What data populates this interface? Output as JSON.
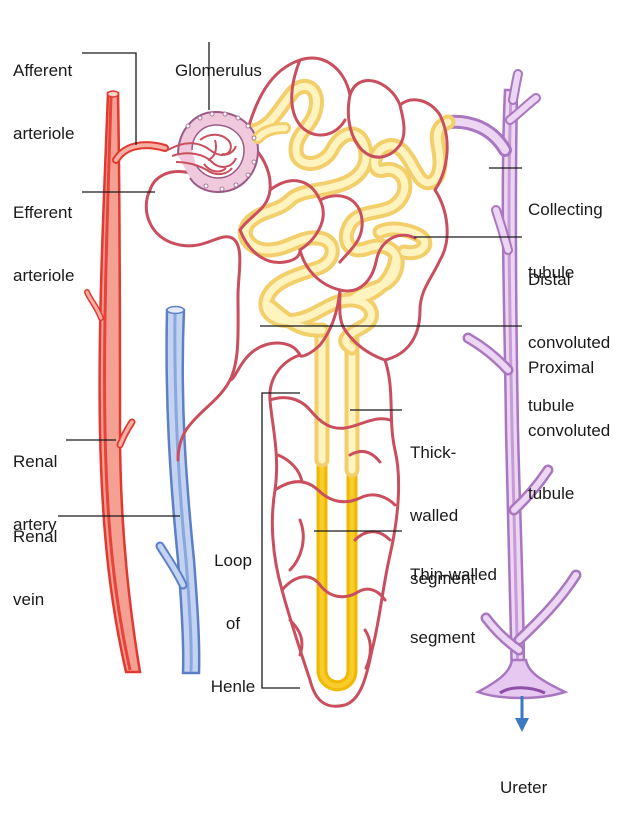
{
  "labels": {
    "afferent_arteriole": [
      "Afferent",
      "arteriole"
    ],
    "glomerulus": [
      "Glomerulus"
    ],
    "efferent_arteriole": [
      "Efferent",
      "arteriole"
    ],
    "collecting_tubule": [
      "Collecting",
      "tubule"
    ],
    "distal_convoluted_tubule": [
      "Distal",
      "convoluted",
      "tubule"
    ],
    "proximal_convoluted_tubule": [
      "Proximal",
      "convoluted",
      "tubule"
    ],
    "renal_artery": [
      "Renal",
      "artery"
    ],
    "renal_vein": [
      "Renal",
      "vein"
    ],
    "thick_walled_segment": [
      "Thick-",
      "walled",
      "segment"
    ],
    "loop_of_henle": [
      "Loop",
      "of",
      "Henle"
    ],
    "thin_walled_segment": [
      "Thin-walled",
      "segment"
    ],
    "ureter": [
      "Ureter"
    ]
  },
  "colors": {
    "artery": "#e8423a",
    "artery_light": "#f7a59a",
    "vein": "#6f8fd0",
    "vein_light": "#c3d3f2",
    "capillary": "#c94f5e",
    "tubule": "#f6d76e",
    "tubule_light": "#fff3bf",
    "thin_segment": "#f0b800",
    "collecting": "#b987cc",
    "collecting_light": "#ecd6f3",
    "glomerulus_fill": "#f0c9dd",
    "ureter_arrow": "#3d79c2",
    "leader": "#1a1a1a"
  }
}
